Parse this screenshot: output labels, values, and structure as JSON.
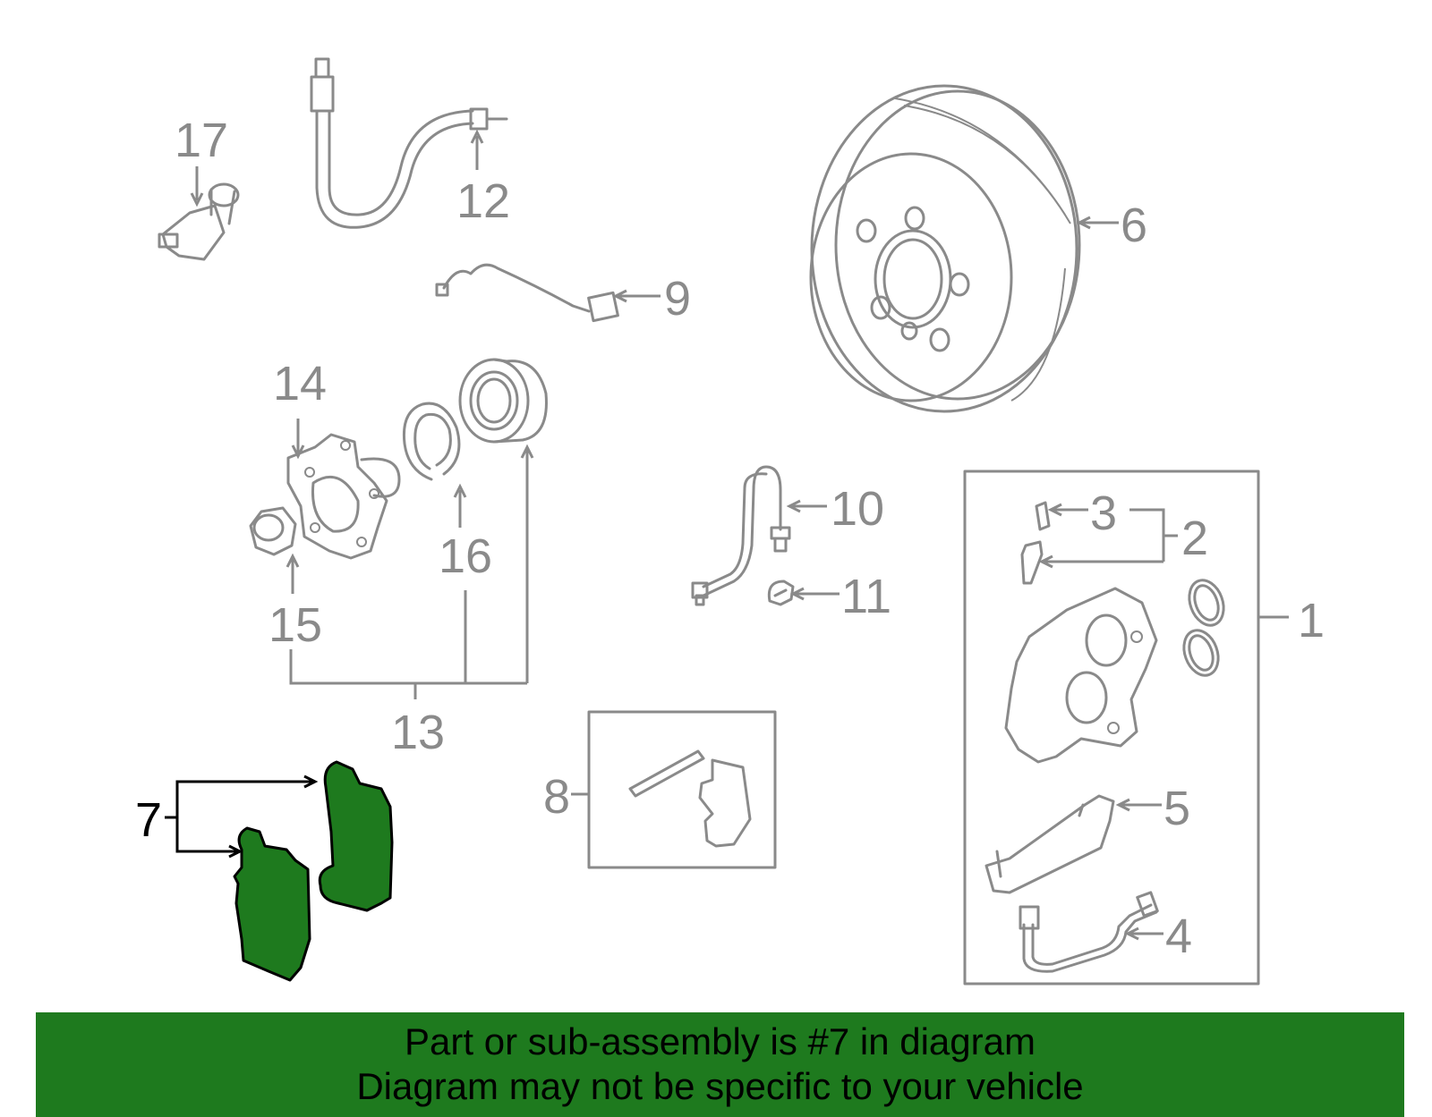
{
  "diagram": {
    "highlight_color": "#1e7a1e",
    "callouts": {
      "c1": "1",
      "c2": "2",
      "c3": "3",
      "c4": "4",
      "c5": "5",
      "c6": "6",
      "c7": "7",
      "c8": "8",
      "c9": "9",
      "c10": "10",
      "c11": "11",
      "c12": "12",
      "c13": "13",
      "c14": "14",
      "c15": "15",
      "c16": "16",
      "c17": "17"
    },
    "highlighted_part": "7"
  },
  "banner": {
    "line1": "Part or sub-assembly is #7 in diagram",
    "line2": "Diagram may not be specific to your vehicle",
    "background": "#1e7a1e"
  }
}
